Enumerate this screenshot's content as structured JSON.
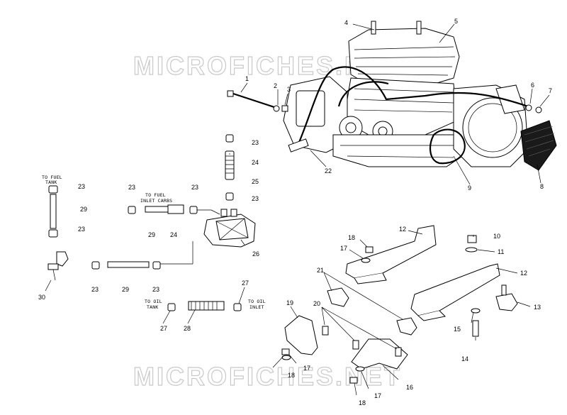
{
  "watermark": {
    "top": "MICROFICHES.NET",
    "bottom": "MICROFICHES.NET"
  },
  "notes": {
    "to_fuel_tank_1": "TO FUEL",
    "to_fuel_tank_2": "TANK",
    "to_fuel_inlet_1": "TO FUEL",
    "to_fuel_inlet_2": "INLET CARBS",
    "to_oil_tank_1": "TO OIL",
    "to_oil_tank_2": "TANK",
    "to_oil_inlet_1": "TO OIL",
    "to_oil_inlet_2": "INLET"
  },
  "callouts": {
    "c1": "1",
    "c2": "2",
    "c3": "3",
    "c4": "4",
    "c5": "5",
    "c6": "6",
    "c7": "7",
    "c8": "8",
    "c9": "9",
    "c10": "10",
    "c11": "11",
    "c12a": "12",
    "c12b": "12",
    "c13": "13",
    "c14": "14",
    "c15": "15",
    "c16": "16",
    "c17a": "17",
    "c17b": "17",
    "c17c": "17",
    "c18a": "18",
    "c18b": "18",
    "c18c": "18",
    "c19": "19",
    "c20": "20",
    "c21": "21",
    "c22": "22",
    "c23a": "23",
    "c23b": "23",
    "c23c": "23",
    "c23d": "23",
    "c23e": "23",
    "c23f": "23",
    "c23g": "23",
    "c23h": "23",
    "c24a": "24",
    "c24b": "24",
    "c25": "25",
    "c26": "26",
    "c27a": "27",
    "c27b": "27",
    "c28": "28",
    "c29a": "29",
    "c29b": "29",
    "c29c": "29",
    "c30": "30"
  }
}
